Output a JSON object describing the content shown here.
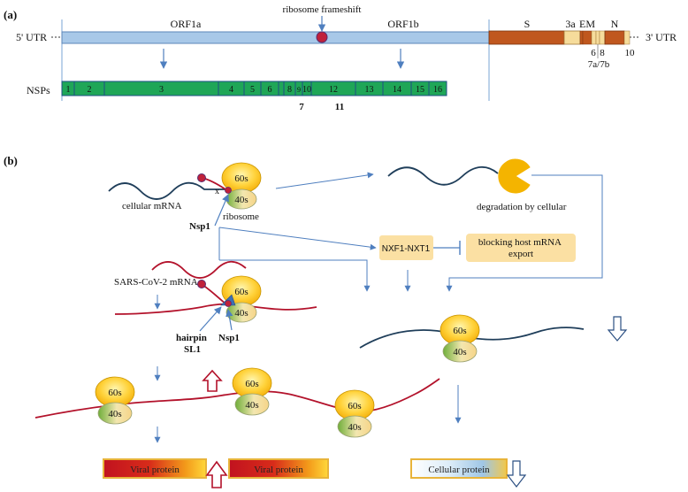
{
  "panel_a": {
    "label": "(a)",
    "five_utr": "5' UTR",
    "three_utr": "3' UTR",
    "orf1a": "ORF1a",
    "orf1b": "ORF1b",
    "frameshift": "ribosome frameshift",
    "structural_genes": {
      "s": "S",
      "e3a": "3a",
      "em": "EM",
      "n": "N",
      "g6": "6",
      "g8": "8",
      "g10": "10",
      "g7ab": "7a/7b"
    },
    "nsps_label": "NSPs",
    "nsps": [
      "1",
      "2",
      "3",
      "4",
      "5",
      "6",
      "",
      "8",
      "9",
      "10",
      "12",
      "13",
      "14",
      "15",
      "16"
    ],
    "nsp_below": {
      "n7": "7",
      "n11": "11"
    },
    "colors": {
      "orf": "#a8c8e8",
      "structural": "#c0571e",
      "accessory": "#f6dc9b",
      "nsp": "#1fa657",
      "frameshift_dot": "#c0213a"
    }
  },
  "panel_b": {
    "label": "(b)",
    "cellular_mrna": "cellular mRNA",
    "ribosome": "ribosome",
    "x_mark": "x",
    "nsp1": "Nsp1",
    "degradation": "degradation by cellular",
    "nxf": "NXF1-NXT1",
    "blocking": "blocking host mRNA export",
    "sars_mrna": "SARS-CoV-2 mRNA",
    "hairpin": "hairpin",
    "sl1": "SL1",
    "s60": "60s",
    "s40": "40s",
    "viral_protein": "Viral protein",
    "cellular_protein": "Cellular protein"
  }
}
